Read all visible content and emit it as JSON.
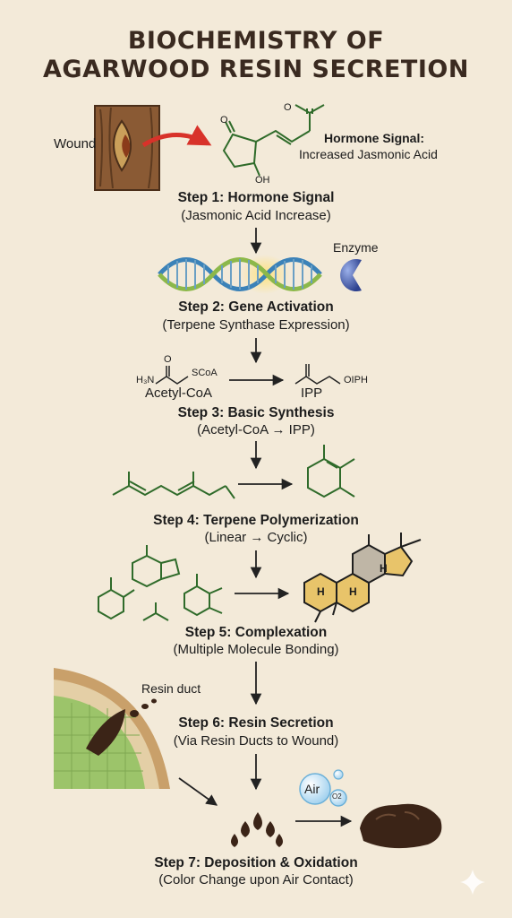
{
  "title": {
    "line1": "BIOCHEMISTRY OF",
    "line2": "AGARWOOD RESIN SECRETION"
  },
  "labels": {
    "wound": "Wound",
    "hormone_signal_title": "Hormone Signal:",
    "hormone_signal_sub": "Increased Jasmonic Acid",
    "enzyme": "Enzyme",
    "acetyl_coa": "Acetyl-CoA",
    "ipp": "IPP",
    "resin_duct": "Resin duct",
    "air": "Air",
    "o2": "O2",
    "ja_oh": "OH",
    "ja_o1": "O",
    "ja_o2": "O",
    "acoa_h3n": "H₃N",
    "acoa_o": "O",
    "acoa_scoa": "SCoA",
    "ipp_oiph": "OIPH",
    "h1": "H",
    "h2": "H",
    "h3": "H"
  },
  "steps": [
    {
      "title": "Step 1: Hormone Signal",
      "sub": "(Jasmonic Acid Increase)"
    },
    {
      "title": "Step 2: Gene Activation",
      "sub": "(Terpene Synthase Expression)"
    },
    {
      "title": "Step 3: Basic Synthesis",
      "sub": "(Acetyl-CoA → IPP)"
    },
    {
      "title": "Step 4: Terpene Polymerization",
      "sub": "(Linear → Cyclic)"
    },
    {
      "title": "Step 5: Complexation",
      "sub": "(Multiple Molecule Bonding)"
    },
    {
      "title": "Step 6: Resin Secretion",
      "sub": "(Via Resin Ducts to Wound)"
    },
    {
      "title": "Step 7: Deposition & Oxidation",
      "sub": "(Color Change upon Air Contact)"
    }
  ],
  "colors": {
    "background": "#f3ead9",
    "molecule_green": "#2f6b2a",
    "wood_brown": "#8a5a34",
    "arrow_red": "#d8322a",
    "dna_blue": "#3b82b8",
    "dna_green": "#8cb84a",
    "enzyme_blue": "#4a63b0",
    "ring_yellow": "#e8c46a",
    "resin_dark": "#3b2417"
  },
  "icons": [
    "wound-tree-icon",
    "dna-helix-icon",
    "enzyme-icon",
    "resin-duct-icon",
    "resin-drops-icon",
    "air-bubble-icon",
    "resin-lump-icon",
    "sparkle-icon"
  ]
}
